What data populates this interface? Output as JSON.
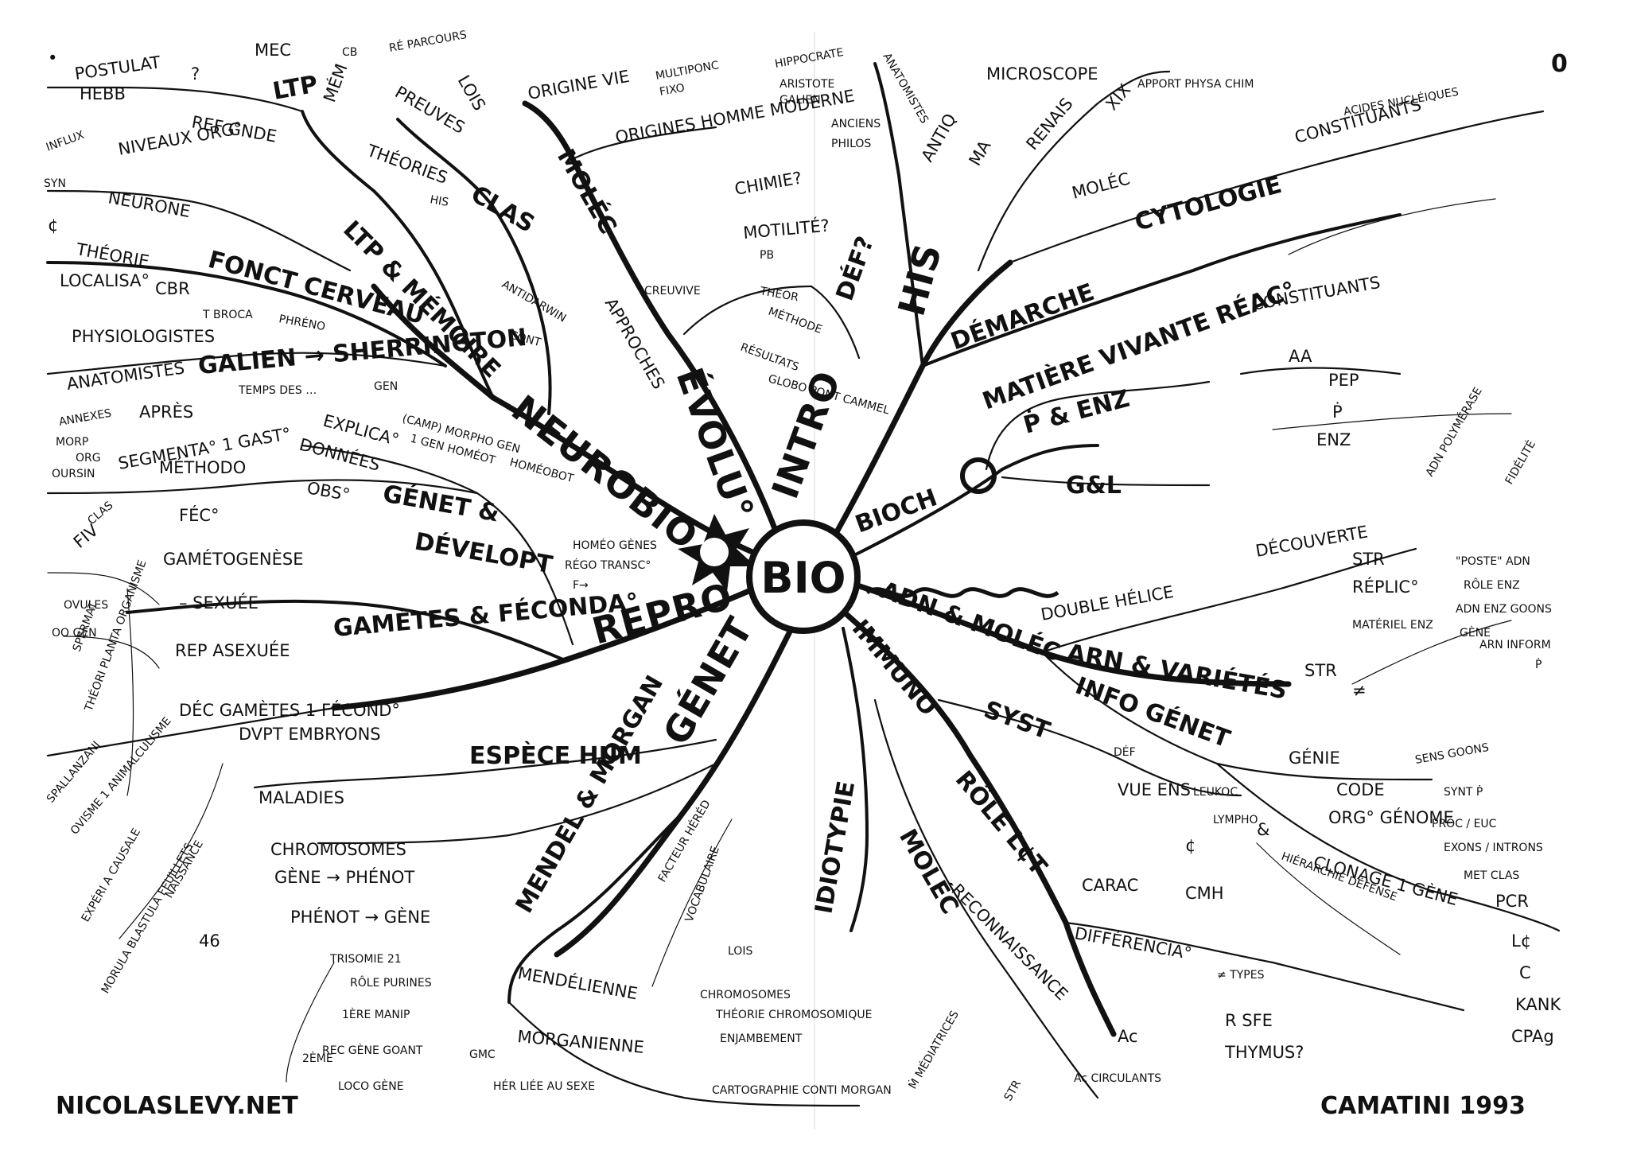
{
  "page_corner_number": "0",
  "dot": "•",
  "center_label": "BIO",
  "signature_left": "NICOLASLEVY.NET",
  "signature_right": "CAMATINI 1993",
  "colors": {
    "ink": "#111111",
    "paper": "#ffffff"
  },
  "main_branches": [
    "NEUROBIO",
    "ÉVOLU°",
    "INTRO",
    "BIOCH",
    "ADN & MOLÉC",
    "IMMUNO",
    "GÉNET",
    "REPRO",
    "HIS",
    "IDIOTYPIE"
  ],
  "labels": [
    {
      "t": "POSTULAT"
    },
    {
      "t": "HEBB"
    },
    {
      "t": "?"
    },
    {
      "t": "MEC"
    },
    {
      "t": "LTP"
    },
    {
      "t": "MÉM"
    },
    {
      "t": "CB"
    },
    {
      "t": "RÉ PARCOURS"
    },
    {
      "t": "PREUVES"
    },
    {
      "t": "LOIS"
    },
    {
      "t": "REF GNDE"
    },
    {
      "t": "NIVEAUX ORG°"
    },
    {
      "t": "THÉORIES"
    },
    {
      "t": "CLAS"
    },
    {
      "t": "INFLUX"
    },
    {
      "t": "SYN"
    },
    {
      "t": "NEURONE"
    },
    {
      "t": "¢"
    },
    {
      "t": "HIS"
    },
    {
      "t": "LTP & MÉMOIRE"
    },
    {
      "t": "THÉORIE"
    },
    {
      "t": "FONCT CERVEAU"
    },
    {
      "t": "LOCALISA°"
    },
    {
      "t": "CBR"
    },
    {
      "t": "PHRÉNO"
    },
    {
      "t": "T BROCA"
    },
    {
      "t": "ANTIDARWIN"
    },
    {
      "t": "CONT"
    },
    {
      "t": "PHYSIOLOGISTES"
    },
    {
      "t": "GALIEN → SHERRINGTON"
    },
    {
      "t": "ANATOMISTES"
    },
    {
      "t": "TEMPS DES …"
    },
    {
      "t": "GEN"
    },
    {
      "t": "ORIGINE VIE"
    },
    {
      "t": "MULTIPONC"
    },
    {
      "t": "FIXO"
    },
    {
      "t": "MOLÉC"
    },
    {
      "t": "ORIGINES HOMME MODERNE"
    },
    {
      "t": "APPROCHES"
    },
    {
      "t": "CHIMIE?"
    },
    {
      "t": "MOTILITÉ?"
    },
    {
      "t": "DÉF?"
    },
    {
      "t": "PB"
    },
    {
      "t": "THÉOR"
    },
    {
      "t": "MÉTHODE"
    },
    {
      "t": "RÉSULTATS"
    },
    {
      "t": "GLOBO PONT CAMMEL"
    },
    {
      "t": "CREUVIVE"
    },
    {
      "t": "HIPPOCRATE"
    },
    {
      "t": "ARISTOTE"
    },
    {
      "t": "GALIEN"
    },
    {
      "t": "ANCIENS"
    },
    {
      "t": "PHILOS"
    },
    {
      "t": "ANATOMISTES"
    },
    {
      "t": "ANTIQ"
    },
    {
      "t": "MA"
    },
    {
      "t": "RENAIS"
    },
    {
      "t": "XIX"
    },
    {
      "t": "MICROSCOPE"
    },
    {
      "t": "APPORT PHYSA CHIM"
    },
    {
      "t": "MOLÉC"
    },
    {
      "t": "CONSTITUANTS"
    },
    {
      "t": "ACIDES NUCLÉIQUES"
    },
    {
      "t": "CYTOLOGIE"
    },
    {
      "t": "DÉMARCHE"
    },
    {
      "t": "MATIÈRE VIVANTE RÉAC°"
    },
    {
      "t": "CONSTITUANTS"
    },
    {
      "t": "AA"
    },
    {
      "t": "PEP"
    },
    {
      "t": "Ṗ"
    },
    {
      "t": "ENZ"
    },
    {
      "t": "Ṗ & ENZ"
    },
    {
      "t": "G&L"
    },
    {
      "t": "ANNEXES"
    },
    {
      "t": "APRÈS"
    },
    {
      "t": "MORP"
    },
    {
      "t": "ORG"
    },
    {
      "t": "OURSIN"
    },
    {
      "t": "SEGMENTA° 1 GAST°"
    },
    {
      "t": "EXPLICA°"
    },
    {
      "t": "DONNÉES"
    },
    {
      "t": "(CAMP) MORPHO GEN"
    },
    {
      "t": "1 GEN HOMÉOT"
    },
    {
      "t": "HOMÉOBOT"
    },
    {
      "t": "MÉTHODO"
    },
    {
      "t": "GÉNET &"
    },
    {
      "t": "OBS°"
    },
    {
      "t": "FÉC°"
    },
    {
      "t": "DÉVELOPT"
    },
    {
      "t": "HOMÉO GÈNES"
    },
    {
      "t": "RÉGO TRANSC°"
    },
    {
      "t": "F→"
    },
    {
      "t": "FIV"
    },
    {
      "t": "CLAS"
    },
    {
      "t": "GAMÉTOGENÈSE"
    },
    {
      "t": "OVULES"
    },
    {
      "t": "OO GEN"
    },
    {
      "t": "SPERMAT"
    },
    {
      "t": "THÉORI PLANTA ORGANISME"
    },
    {
      "t": "– SEXUÉE"
    },
    {
      "t": "REP ASEXUÉE"
    },
    {
      "t": "GAMÈTES & FÉCONDA°"
    },
    {
      "t": "DÉC GAMÈTES 1 FÉCOND°"
    },
    {
      "t": "SPALLANZANI"
    },
    {
      "t": "DVPT EMBRYONS"
    },
    {
      "t": "OVISME 1 ANIMALCULISME"
    },
    {
      "t": "EXPÉRI A CAUSALE"
    },
    {
      "t": "MORULA BLASTULA FEUILLETS"
    },
    {
      "t": "NAISSANCE"
    },
    {
      "t": "MALADIES"
    },
    {
      "t": "CHROMOSOMES"
    },
    {
      "t": "ESPÈCE HUM"
    },
    {
      "t": "GÈNE → PHÉNOT"
    },
    {
      "t": "PHÉNOT → GÈNE"
    },
    {
      "t": "46"
    },
    {
      "t": "TRISOMIE 21"
    },
    {
      "t": "RÔLE PURINES"
    },
    {
      "t": "1ÈRE MANIP"
    },
    {
      "t": "REC GÈNE GOANT"
    },
    {
      "t": "2ÈME"
    },
    {
      "t": "LOCO GÈNE"
    },
    {
      "t": "MENDEL & MORGAN"
    },
    {
      "t": "FACTEUR HÉRÉD"
    },
    {
      "t": "VOCABULAIRE"
    },
    {
      "t": "LOIS"
    },
    {
      "t": "MENDÉLIENNE"
    },
    {
      "t": "CHROMOSOMES"
    },
    {
      "t": "MORGANIENNE"
    },
    {
      "t": "GMC"
    },
    {
      "t": "THÉORIE CHROMOSOMIQUE"
    },
    {
      "t": "ENJAMBEMENT"
    },
    {
      "t": "HÉR LIÉE AU SEXE"
    },
    {
      "t": "CARTOGRAPHIE CONTI MORGAN"
    },
    {
      "t": "DOUBLE HÉLICE"
    },
    {
      "t": "DÉCOUVERTE"
    },
    {
      "t": "STR"
    },
    {
      "t": "RÉPLIC°"
    },
    {
      "t": "MATÉRIEL ENZ"
    },
    {
      "t": "ADN POLYMÉRASE"
    },
    {
      "t": "FIDÉLITÉ"
    },
    {
      "t": "ARN & VARIÉTÉS"
    },
    {
      "t": "STR"
    },
    {
      "t": "\"POSTE\" ADN"
    },
    {
      "t": "RÔLE ENZ"
    },
    {
      "t": "ADN ENZ GOONS"
    },
    {
      "t": "GÈNE"
    },
    {
      "t": "ARN INFORM"
    },
    {
      "t": "Ṗ"
    },
    {
      "t": "≠"
    },
    {
      "t": "INFO GÉNET"
    },
    {
      "t": "GÉNIE"
    },
    {
      "t": "CODE"
    },
    {
      "t": "SENS GOONS"
    },
    {
      "t": "SYNT Ṗ"
    },
    {
      "t": "ORG° GÉNOME"
    },
    {
      "t": "PROC / EUC"
    },
    {
      "t": "EXONS / INTRONS"
    },
    {
      "t": "CLONAGE 1 GÈNE"
    },
    {
      "t": "MET CLAS"
    },
    {
      "t": "PCR"
    },
    {
      "t": "L¢"
    },
    {
      "t": "C"
    },
    {
      "t": "KANK"
    },
    {
      "t": "CPAg"
    },
    {
      "t": "SYST"
    },
    {
      "t": "DÉF"
    },
    {
      "t": "VUE ENS"
    },
    {
      "t": "LEUKOC"
    },
    {
      "t": "LYMPHO"
    },
    {
      "t": "¢"
    },
    {
      "t": "&"
    },
    {
      "t": "HIÉRARCHIE DÉFENSE"
    },
    {
      "t": "RÔLE L¢T"
    },
    {
      "t": "CARAC"
    },
    {
      "t": "CMH"
    },
    {
      "t": "DIFFÉRENCIA°"
    },
    {
      "t": "≠ TYPES"
    },
    {
      "t": "R SFE"
    },
    {
      "t": "THYMUS?"
    },
    {
      "t": "MOLÉC"
    },
    {
      "t": "RECONNAISSANCE"
    },
    {
      "t": "Ac"
    },
    {
      "t": "Ac CIRCULANTS"
    },
    {
      "t": "Ṁ MÉDIATRICES"
    },
    {
      "t": "STR"
    }
  ]
}
